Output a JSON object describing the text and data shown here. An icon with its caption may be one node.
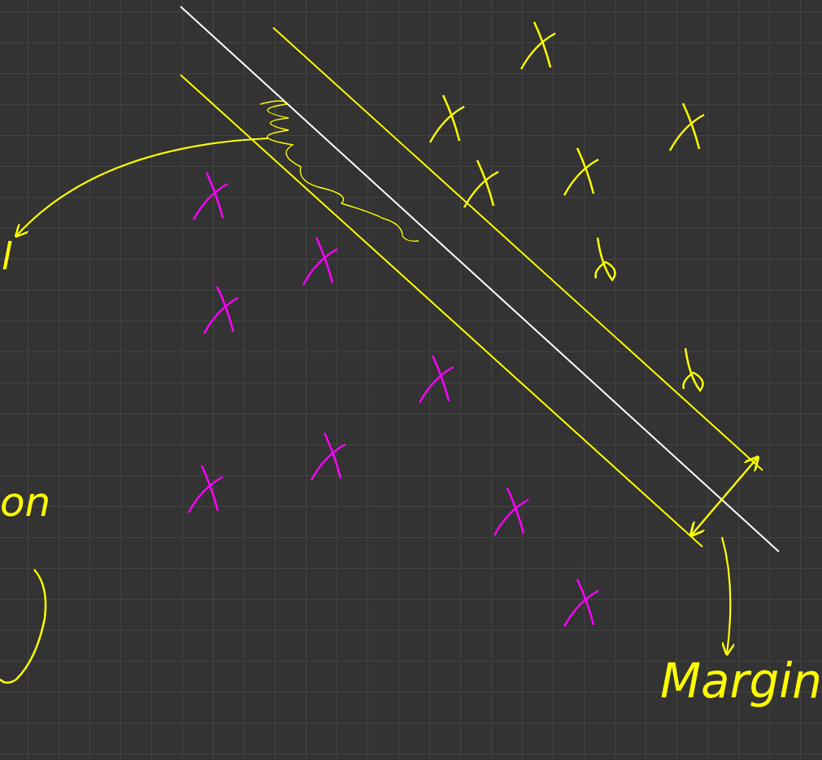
{
  "diagram": {
    "nodes": [
      {
        "text": [
          "l"
        ]
      },
      {
        "text": [
          "Margin"
        ]
      }
    ],
    "edges": [
      {
        "from": null,
        "to": 0,
        "arrow": "to"
      },
      {
        "from": null,
        "to": 1,
        "arrow": "to"
      }
    ],
    "labels": [
      "on"
    ]
  }
}
